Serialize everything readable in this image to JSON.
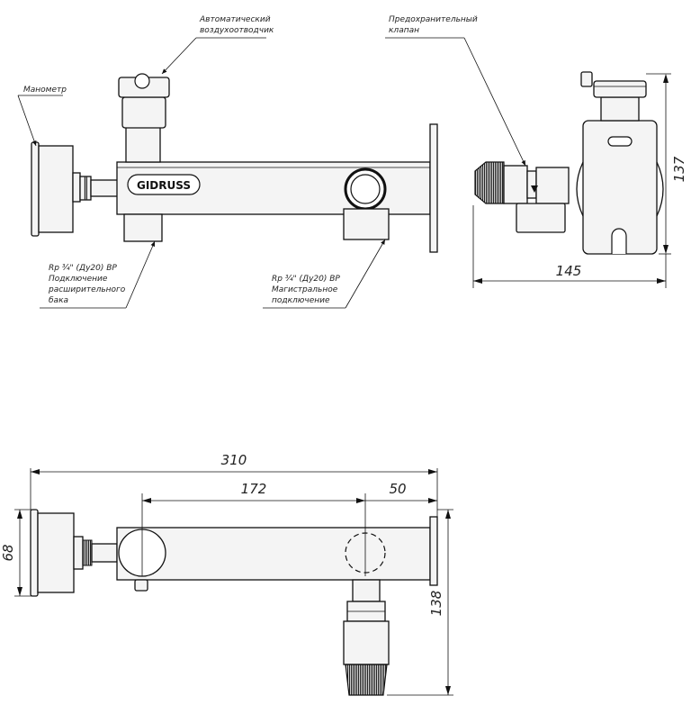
{
  "labels": {
    "manometer": "Манометр",
    "air_vent_1": "Автоматический",
    "air_vent_2": "воздухоотводчик",
    "safety_valve_1": "Предохранительный",
    "safety_valve_2": "клапан",
    "tank_conn_1": "Rp ¾\" (Ду20) ВР",
    "tank_conn_2": "Подключение",
    "tank_conn_3": "расширительного",
    "tank_conn_4": "бака",
    "main_conn_1": "Rp ¾\" (Ду20) ВР",
    "main_conn_2": "Магистральное",
    "main_conn_3": "подключение",
    "brand": "GIDRUSS"
  },
  "dimensions": {
    "side_height": "137",
    "side_width": "145",
    "total_length": "310",
    "between_centers": "172",
    "end_offset": "50",
    "gauge_diameter": "68",
    "valve_height": "138"
  },
  "colors": {
    "line": "#111111",
    "background": "#ffffff"
  }
}
